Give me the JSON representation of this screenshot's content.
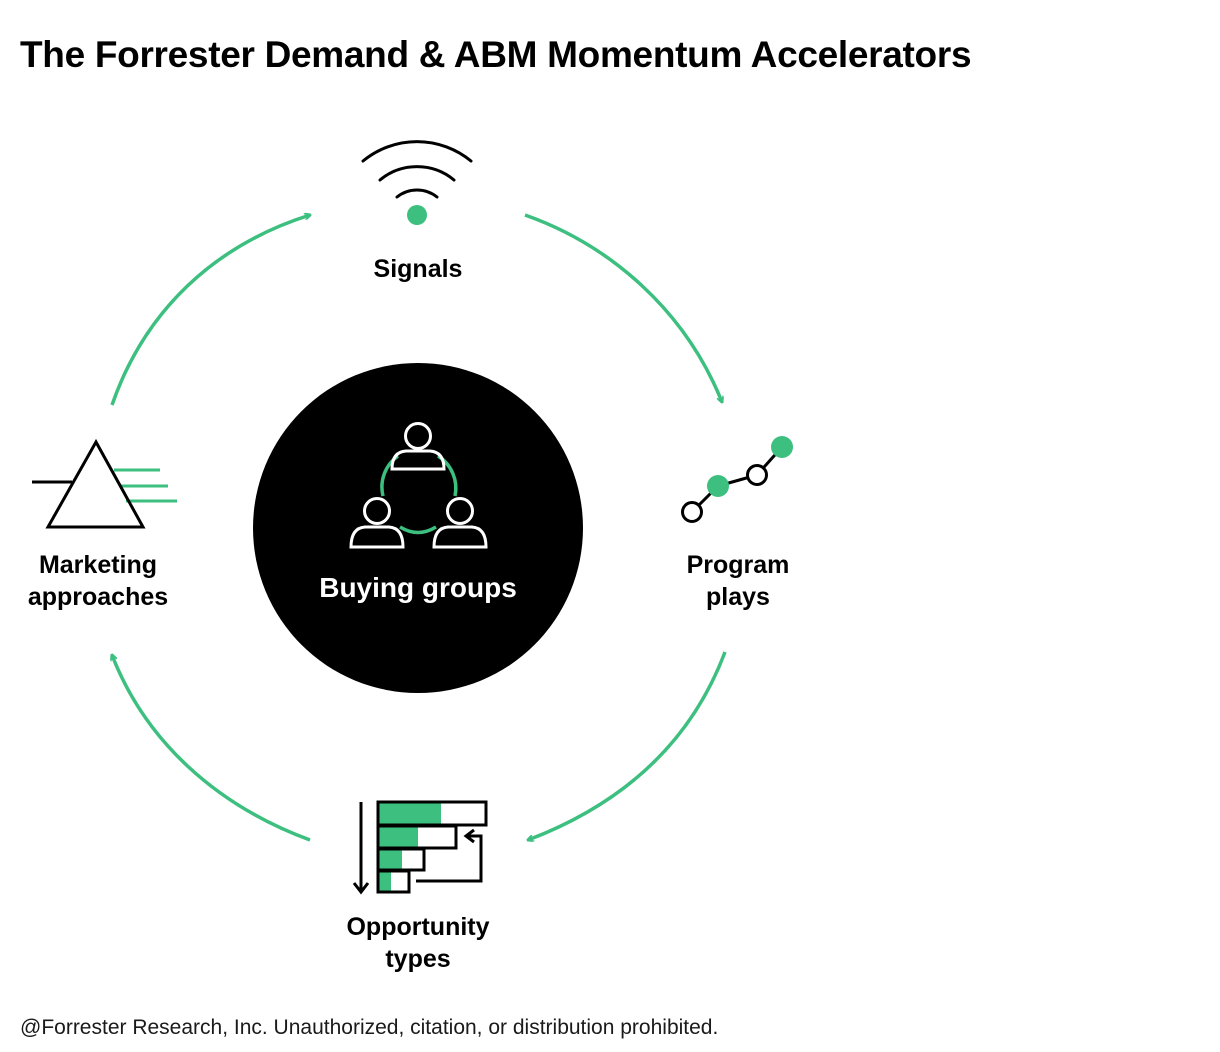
{
  "title": "The Forrester Demand & ABM Momentum Accelerators",
  "center": {
    "label": "Buying groups",
    "icon": "people-group-icon"
  },
  "nodes": {
    "signals": {
      "lines": [
        "Signals"
      ],
      "icon": "wireless-signal-icon"
    },
    "program_plays": {
      "lines": [
        "Program",
        "plays"
      ],
      "icon": "connected-dots-chart-icon"
    },
    "opportunity_types": {
      "lines": [
        "Opportunity",
        "types"
      ],
      "icon": "stacked-bars-funnel-icon"
    },
    "marketing_approaches": {
      "lines": [
        "Marketing",
        "approaches"
      ],
      "icon": "prism-icon"
    }
  },
  "footer": "@Forrester Research, Inc. Unauthorized, citation, or distribution prohibited.",
  "colors": {
    "accent": "#3dbf80",
    "text": "#000000",
    "center_fill": "#000000",
    "center_text": "#ffffff"
  }
}
